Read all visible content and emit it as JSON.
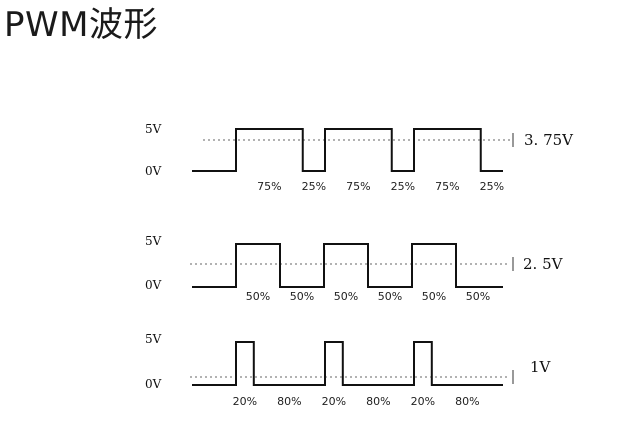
{
  "title": "PWM波形",
  "panels": [
    {
      "v_high": "5V",
      "v_low": "0V",
      "avg_label": "3. 75V",
      "duty": 0.75,
      "pulses": 3,
      "percent_labels": [
        "75%",
        "25%",
        "75%",
        "25%",
        "75%",
        "25%"
      ]
    },
    {
      "v_high": "5V",
      "v_low": "0V",
      "avg_label": "2. 5V",
      "duty": 0.5,
      "pulses": 3,
      "percent_labels": [
        "50%",
        "50%",
        "50%",
        "50%",
        "50%",
        "50%"
      ]
    },
    {
      "v_high": "5V",
      "v_low": "0V",
      "avg_label": "1V",
      "duty": 0.2,
      "pulses": 3,
      "percent_labels": [
        "20%",
        "80%",
        "20%",
        "80%",
        "20%",
        "80%"
      ]
    }
  ]
}
